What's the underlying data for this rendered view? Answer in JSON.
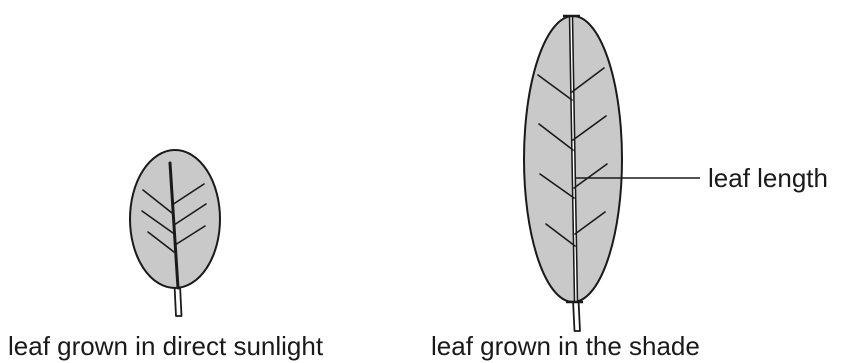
{
  "figure": {
    "left_leaf": {
      "caption": "leaf grown in direct sunlight"
    },
    "right_leaf": {
      "caption": "leaf grown in the shade"
    },
    "measurement_label": "leaf length"
  },
  "colors": {
    "leaf_fill": "#c9c9c9",
    "outline": "#1a1a1a",
    "background": "#ffffff"
  }
}
